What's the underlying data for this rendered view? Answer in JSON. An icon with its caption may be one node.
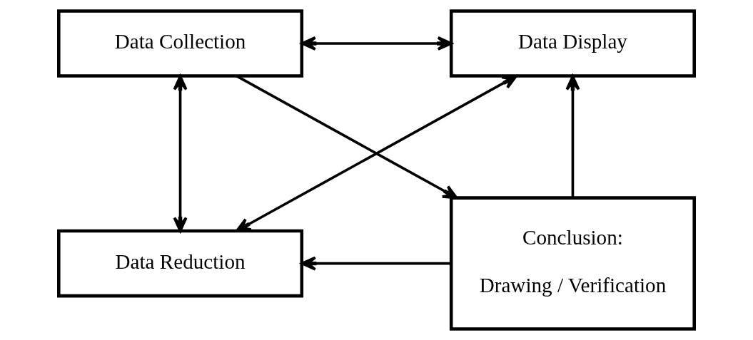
{
  "diagram": {
    "nodes": [
      {
        "text": [
          "Data Collection"
        ]
      },
      {
        "text": [
          "Data Display"
        ]
      },
      {
        "text": [
          "Data Reduction"
        ]
      },
      {
        "text": [
          "Conclusion:",
          "Drawing / Verification"
        ]
      }
    ],
    "edges": [
      {
        "from": 0,
        "to": 1,
        "arrow": "both"
      },
      {
        "from": 0,
        "to": 2,
        "arrow": "both"
      },
      {
        "from": 0,
        "to": 3,
        "arrow": "to"
      },
      {
        "from": 2,
        "to": 1,
        "arrow": "both"
      },
      {
        "from": 3,
        "to": 1,
        "arrow": "to"
      },
      {
        "from": 3,
        "to": 2,
        "arrow": "to"
      }
    ]
  }
}
